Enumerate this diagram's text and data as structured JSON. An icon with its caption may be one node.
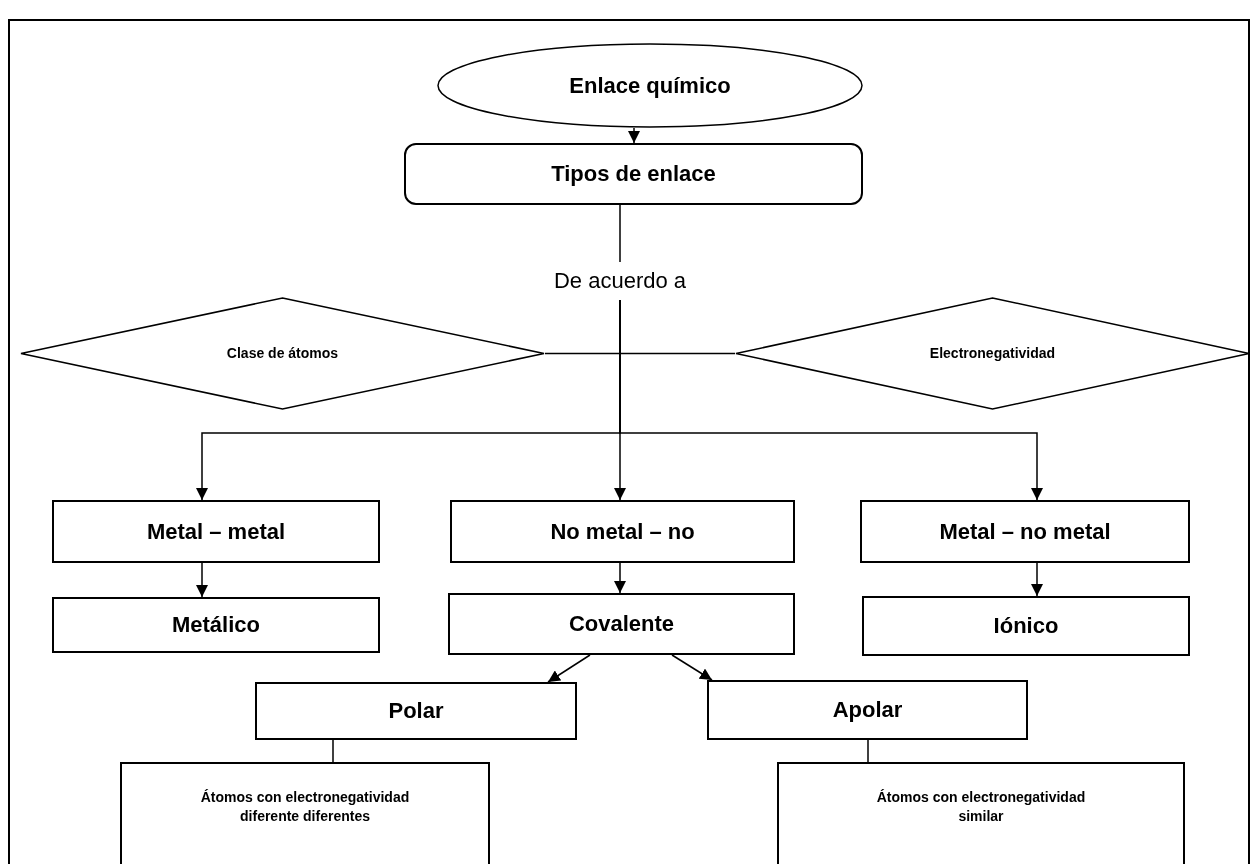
{
  "diagram": {
    "nodes": [
      {
        "text": [
          "Enlace químico"
        ]
      },
      {
        "text": [
          "Tipos de enlace"
        ]
      },
      {
        "text": [
          "De acuerdo a"
        ]
      },
      {
        "text": [
          "Clase de átomos"
        ]
      },
      {
        "text": [
          "Electronegatividad"
        ]
      },
      {
        "text": [
          "Metal – metal"
        ]
      },
      {
        "text": [
          "No metal – no"
        ]
      },
      {
        "text": [
          "Metal – no metal"
        ]
      },
      {
        "text": [
          "Metálico"
        ]
      },
      {
        "text": [
          "Covalente"
        ]
      },
      {
        "text": [
          "Iónico"
        ]
      },
      {
        "text": [
          "Polar"
        ]
      },
      {
        "text": [
          "Apolar"
        ]
      },
      {
        "text": [
          "Átomos con electronegatividad diferente  diferentes"
        ]
      },
      {
        "text": [
          "Átomos con electronegatividad similar"
        ]
      }
    ],
    "edges": [
      {
        "from": 0,
        "to": 1,
        "arrow": "to"
      },
      {
        "from": 1,
        "to": 2,
        "arrow": "none"
      },
      {
        "from": 2,
        "to": 5,
        "arrow": "to"
      },
      {
        "from": 2,
        "to": 6,
        "arrow": "to"
      },
      {
        "from": 2,
        "to": 7,
        "arrow": "to"
      },
      {
        "from": 3,
        "to": 4,
        "arrow": "none"
      },
      {
        "from": 5,
        "to": 8,
        "arrow": "to"
      },
      {
        "from": 6,
        "to": 9,
        "arrow": "to"
      },
      {
        "from": 7,
        "to": 10,
        "arrow": "to"
      },
      {
        "from": 9,
        "to": 11,
        "arrow": "to"
      },
      {
        "from": 9,
        "to": 12,
        "arrow": "to"
      },
      {
        "from": 11,
        "to": 13,
        "arrow": "none"
      },
      {
        "from": 12,
        "to": 14,
        "arrow": "none"
      }
    ]
  }
}
